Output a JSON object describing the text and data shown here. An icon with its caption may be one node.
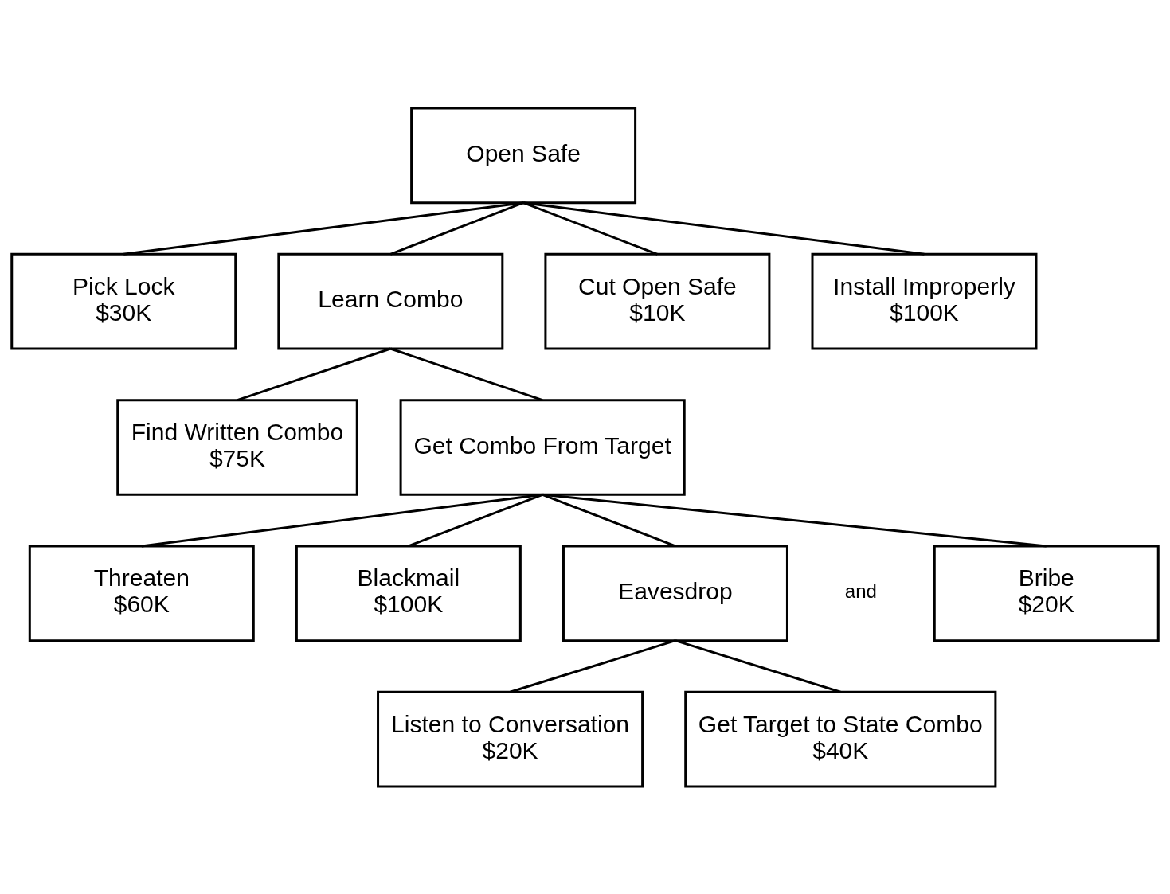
{
  "diagram": {
    "nodes": [
      {
        "text": [
          "Open Safe"
        ]
      },
      {
        "text": [
          "Pick Lock",
          "$30K"
        ]
      },
      {
        "text": [
          "Learn Combo"
        ]
      },
      {
        "text": [
          "Cut Open Safe",
          "$10K"
        ]
      },
      {
        "text": [
          "Install Improperly",
          "$100K"
        ]
      },
      {
        "text": [
          "Find Written Combo",
          "$75K"
        ]
      },
      {
        "text": [
          "Get Combo From Target"
        ]
      },
      {
        "text": [
          "Threaten",
          "$60K"
        ]
      },
      {
        "text": [
          "Blackmail",
          "$100K"
        ]
      },
      {
        "text": [
          "Eavesdrop"
        ]
      },
      {
        "text": [
          "Bribe",
          "$20K"
        ]
      },
      {
        "text": [
          "Listen to Conversation",
          "$20K"
        ]
      },
      {
        "text": [
          "Get Target to State Combo",
          "$40K"
        ]
      }
    ],
    "edges": [
      {
        "from": 0,
        "to": 1,
        "arrow": "none"
      },
      {
        "from": 0,
        "to": 2,
        "arrow": "none"
      },
      {
        "from": 0,
        "to": 3,
        "arrow": "none"
      },
      {
        "from": 0,
        "to": 4,
        "arrow": "none"
      },
      {
        "from": 2,
        "to": 5,
        "arrow": "none"
      },
      {
        "from": 2,
        "to": 6,
        "arrow": "none"
      },
      {
        "from": 6,
        "to": 7,
        "arrow": "none"
      },
      {
        "from": 6,
        "to": 8,
        "arrow": "none"
      },
      {
        "from": 6,
        "to": 9,
        "arrow": "none"
      },
      {
        "from": 6,
        "to": 10,
        "arrow": "none"
      },
      {
        "from": 9,
        "to": 11,
        "arrow": "none"
      },
      {
        "from": 9,
        "to": 12,
        "arrow": "none"
      }
    ],
    "labels": [
      "and"
    ]
  }
}
